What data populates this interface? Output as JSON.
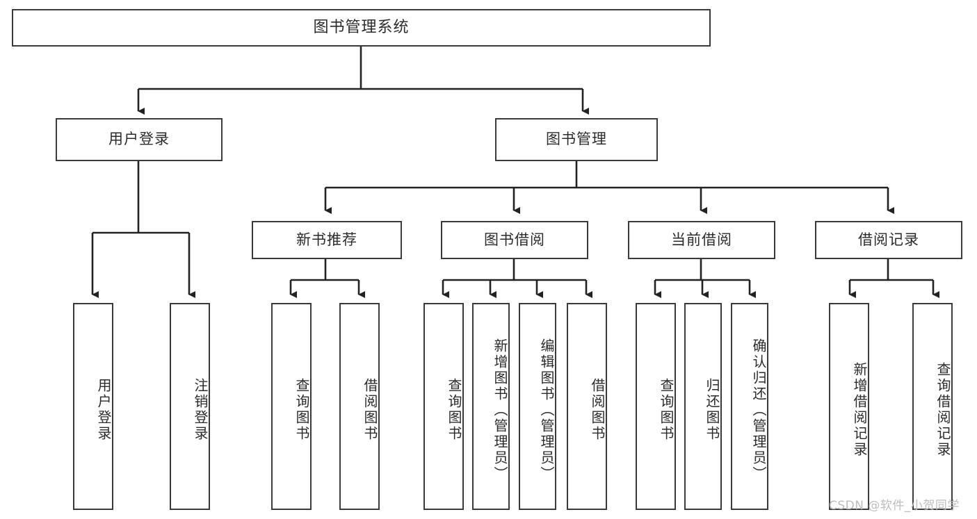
{
  "diagram": {
    "type": "tree",
    "title": "图书管理系统",
    "orientation": "top-down",
    "colors": {
      "background": "#ffffff",
      "box_border": "#3a3a3a",
      "box_fill": "#ffffff",
      "text": "#2b2b2b",
      "edge": "#222222",
      "watermark": "#bdbdbd"
    }
  },
  "root": {
    "label": "图书管理系统"
  },
  "level2": [
    {
      "label": "用户登录"
    },
    {
      "label": "图书管理"
    }
  ],
  "level3": [
    {
      "label": "新书推荐"
    },
    {
      "label": "图书借阅"
    },
    {
      "label": "当前借阅"
    },
    {
      "label": "借阅记录"
    }
  ],
  "leaves": {
    "user_login": [
      {
        "label": "用户登录"
      },
      {
        "label": "注销登录"
      }
    ],
    "new_book_recommend": [
      {
        "label": "查询图书"
      },
      {
        "label": "借阅图书"
      }
    ],
    "book_borrow": [
      {
        "label": "查询图书"
      },
      {
        "label": "新增图书（管理员）"
      },
      {
        "label": "编辑图书（管理员）"
      },
      {
        "label": "借阅图书"
      }
    ],
    "current_borrow": [
      {
        "label": "查询图书"
      },
      {
        "label": "归还图书"
      },
      {
        "label": "确认归还（管理员）"
      }
    ],
    "borrow_record": [
      {
        "label": "新增借阅记录"
      },
      {
        "label": "查询借阅记录"
      }
    ]
  },
  "watermark": {
    "text": "CSDN @软件_小贺同学"
  }
}
